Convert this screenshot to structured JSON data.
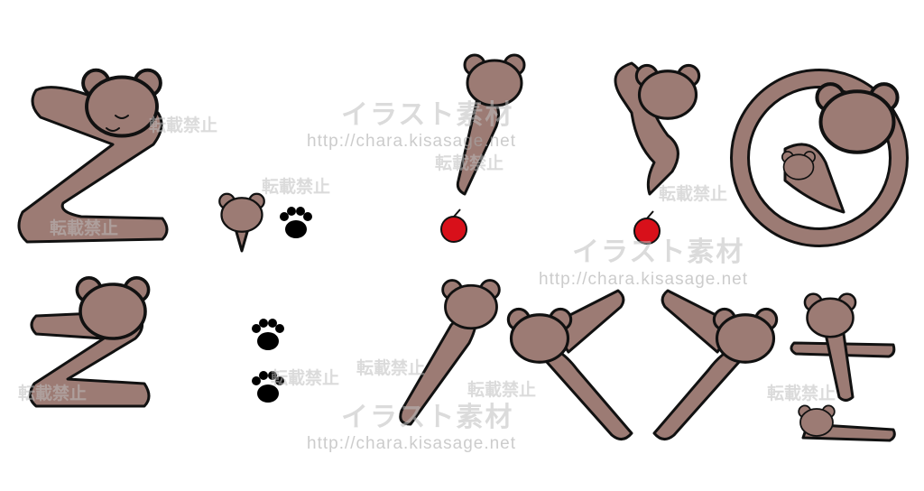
{
  "watermark": {
    "title": "イラスト素材",
    "url": "http://chara.kisasage.net",
    "no_repost": "転載禁止"
  },
  "colors": {
    "bear": "#9c7b74",
    "outline": "#111111",
    "cherry": "#d8101a",
    "paw": "#000000"
  }
}
